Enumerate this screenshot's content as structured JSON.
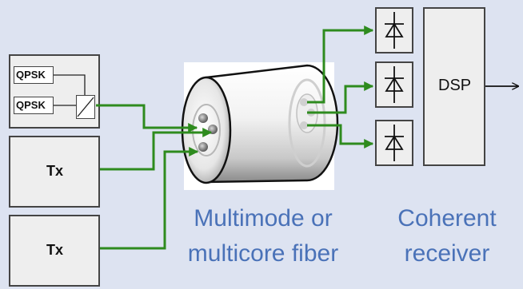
{
  "transmitters": {
    "modulator_top": "QPSK",
    "modulator_bottom": "QPSK",
    "tx_1": "Tx",
    "tx_2": "Tx"
  },
  "fiber": {
    "caption_line1": "Multimode or",
    "caption_line2": "multicore fiber"
  },
  "receiver": {
    "dsp_label": "DSP",
    "caption_line1": "Coherent",
    "caption_line2": "receiver"
  },
  "colors": {
    "background": "#dde3f1",
    "connector": "#2e8b1e",
    "caption": "#4a72b8",
    "box_fill": "#eeeeee",
    "box_border": "#444444"
  }
}
